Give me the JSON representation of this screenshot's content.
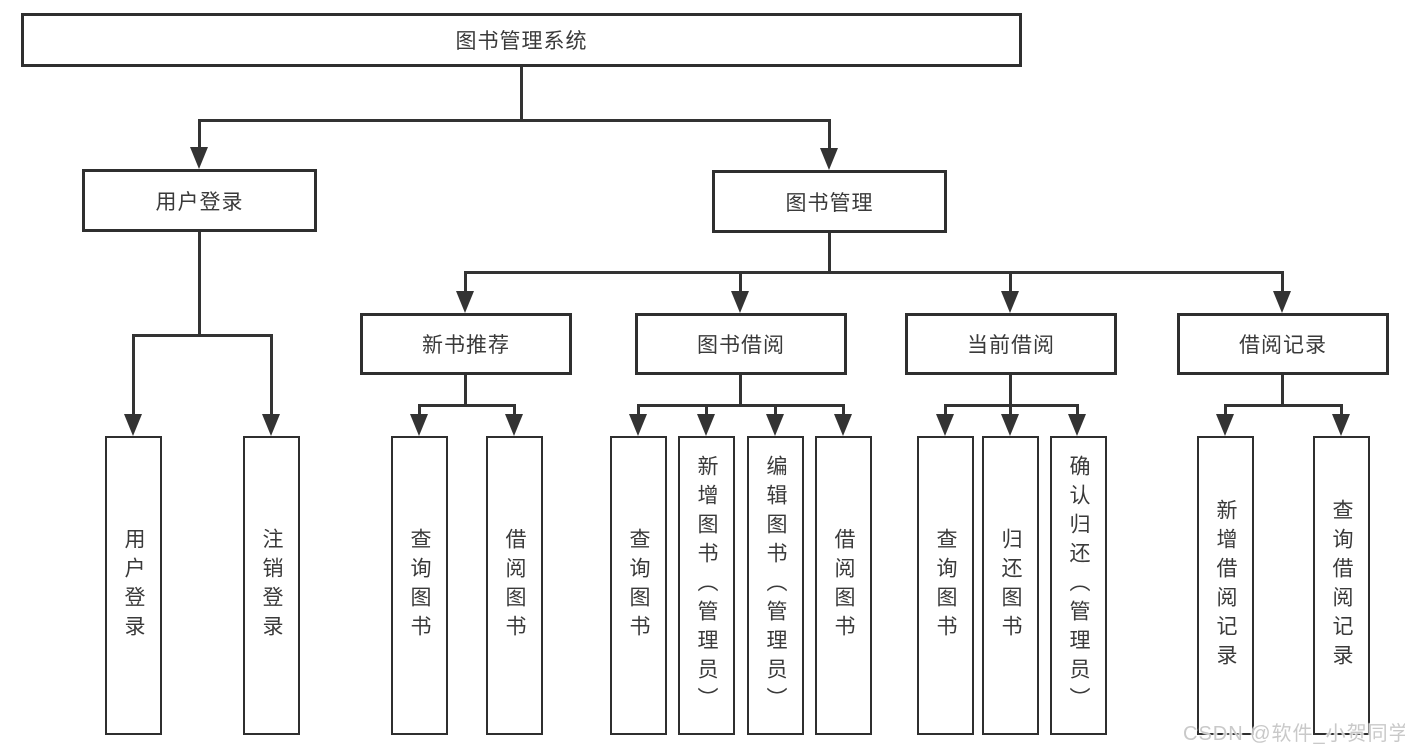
{
  "diagram": {
    "title": "图书管理系统",
    "root": {
      "label": "图书管理系统"
    },
    "level2": [
      {
        "id": "user-login",
        "label": "用户登录"
      },
      {
        "id": "book-management",
        "label": "图书管理"
      }
    ],
    "level3": [
      {
        "id": "new-book-recommend",
        "label": "新书推荐",
        "parent": "图书管理"
      },
      {
        "id": "book-borrowing",
        "label": "图书借阅",
        "parent": "图书管理"
      },
      {
        "id": "current-borrowing",
        "label": "当前借阅",
        "parent": "图书管理"
      },
      {
        "id": "borrowing-records",
        "label": "借阅记录",
        "parent": "图书管理"
      }
    ],
    "leaves": [
      {
        "label": "用户登录",
        "parent": "用户登录"
      },
      {
        "label": "注销登录",
        "parent": "用户登录"
      },
      {
        "label": "查询图书",
        "parent": "新书推荐"
      },
      {
        "label": "借阅图书",
        "parent": "新书推荐"
      },
      {
        "label": "查询图书",
        "parent": "图书借阅"
      },
      {
        "label": "新增图书（管理员）",
        "parent": "图书借阅"
      },
      {
        "label": "编辑图书（管理员）",
        "parent": "图书借阅"
      },
      {
        "label": "借阅图书",
        "parent": "图书借阅"
      },
      {
        "label": "查询图书",
        "parent": "当前借阅"
      },
      {
        "label": "归还图书",
        "parent": "当前借阅"
      },
      {
        "label": "确认归还（管理员）",
        "parent": "当前借阅"
      },
      {
        "label": "新增借阅记录",
        "parent": "借阅记录"
      },
      {
        "label": "查询借阅记录",
        "parent": "借阅记录"
      }
    ],
    "watermark": "CSDN @软件_小贺同学"
  },
  "colors": {
    "line": "#333333",
    "box_border": "#2f2f2f",
    "box_fill": "#ffffff",
    "text": "#3a3a3a",
    "background": "#ffffff",
    "watermark_text": "#c9c9c9"
  }
}
